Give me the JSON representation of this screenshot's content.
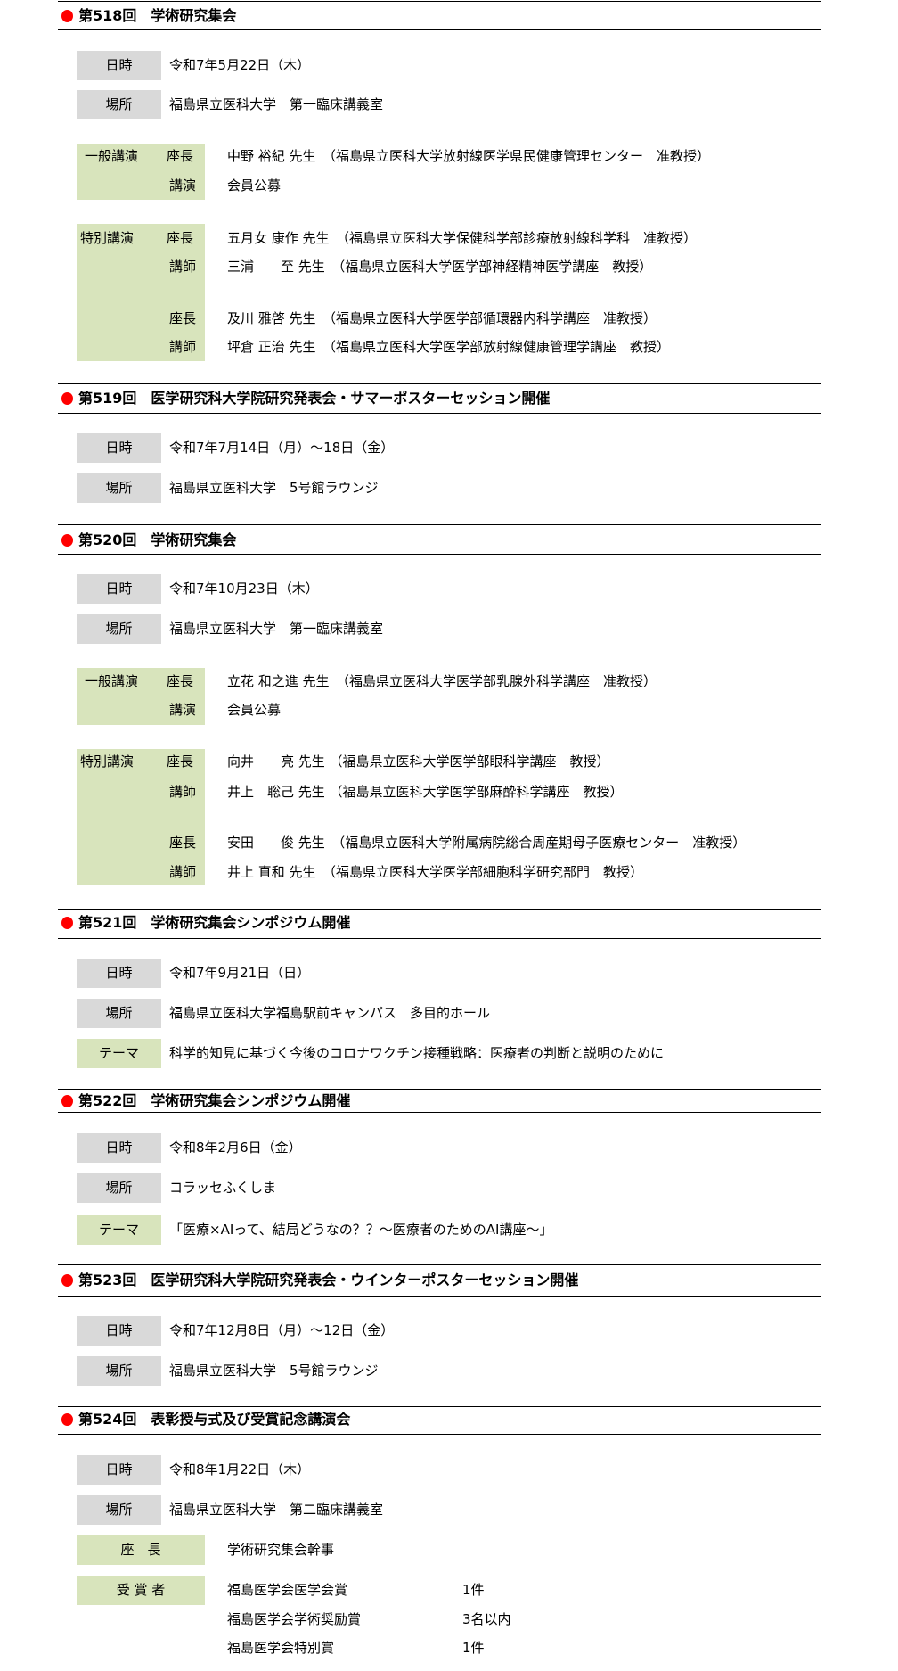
{
  "labels": {
    "date": "日時",
    "place": "場所",
    "theme": "テーマ",
    "general": "一般講演",
    "special": "特別講演",
    "chair": "座長",
    "lecture": "講演",
    "lecturer": "講師",
    "chair_spaced": "座　長",
    "awardees": "受 賞 者"
  },
  "colors": {
    "bullet": "#ff0000",
    "gray_label": "#d9d9d9",
    "green_label": "#d8e4bc"
  },
  "s518": {
    "title": "第518回　学術研究集会",
    "date": "令和7年5月22日（木）",
    "place": "福島県立医科大学　第一臨床講義室",
    "g_chair": "中野 裕紀 先生　（福島県立医科大学放射線医学県民健康管理センター　准教授）",
    "g_lecture": "会員公募",
    "s1_chair": "五月女 康作 先生　（福島県立医科大学保健科学部診療放射線科学科　准教授）",
    "s1_lecturer": "三浦　　至 先生　（福島県立医科大学医学部神経精神医学講座　教授）",
    "s2_chair": "及川 雅啓 先生　（福島県立医科大学医学部循環器内科学講座　准教授）",
    "s2_lecturer": "坪倉 正治 先生　（福島県立医科大学医学部放射線健康管理学講座　教授）"
  },
  "s519": {
    "title": "第519回　医学研究科大学院研究発表会・サマーポスターセッション開催",
    "date": "令和7年7月14日（月）～18日（金）",
    "place": "福島県立医科大学　5号館ラウンジ"
  },
  "s520": {
    "title": "第520回　学術研究集会",
    "date": "令和7年10月23日（木）",
    "place": "福島県立医科大学　第一臨床講義室",
    "g_chair": "立花 和之進 先生　（福島県立医科大学医学部乳腺外科学講座　准教授）",
    "g_lecture": "会員公募",
    "s1_chair": "向井　　亮 先生 （福島県立医科大学医学部眼科学講座　教授）",
    "s1_lecturer": "井上　聡己 先生 （福島県立医科大学医学部麻酔科学講座　教授）",
    "s2_chair": "安田　　俊 先生　（福島県立医科大学附属病院総合周産期母子医療センター　准教授）",
    "s2_lecturer": "井上 直和 先生　（福島県立医科大学医学部細胞科学研究部門　教授）"
  },
  "s521": {
    "title": "第521回　学術研究集会シンポジウム開催",
    "date": "令和7年9月21日（日）",
    "place": "福島県立医科大学福島駅前キャンパス　多目的ホール",
    "theme": "科学的知見に基づく今後のコロナワクチン接種戦略：医療者の判断と説明のために"
  },
  "s522": {
    "title": "第522回　学術研究集会シンポジウム開催",
    "date": "令和8年2月6日（金）",
    "place": "コラッセふくしま",
    "theme": "「医療×AIって、結局どうなの？？～医療者のためのAI講座～」"
  },
  "s523": {
    "title": "第523回　医学研究科大学院研究発表会・ウインターポスターセッション開催",
    "date": "令和7年12月8日（月）～12日（金）",
    "place": "福島県立医科大学　5号館ラウンジ"
  },
  "s524": {
    "title": "第524回　表彰授与式及び受賞記念講演会",
    "date": "令和8年1月22日（木）",
    "place": "福島県立医科大学　第二臨床講義室",
    "chair": "学術研究集会幹事",
    "awards": [
      {
        "name": "福島医学会医学会賞",
        "count": "1件"
      },
      {
        "name": "福島医学会学術奨励賞",
        "count": "3名以内"
      },
      {
        "name": "福島医学会特別賞",
        "count": "1件"
      }
    ]
  }
}
